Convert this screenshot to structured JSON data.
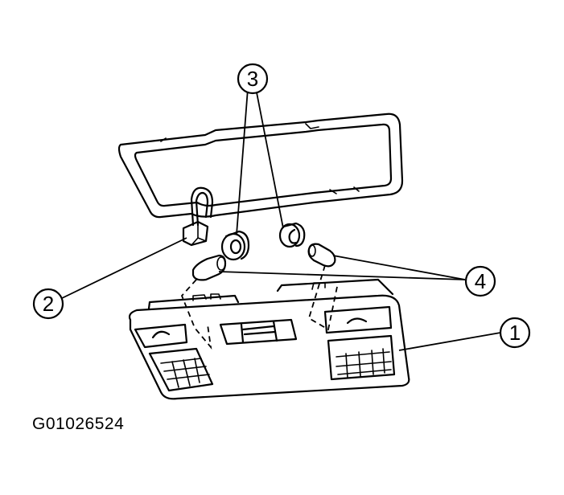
{
  "callouts": [
    {
      "id": "callout-1",
      "label": "1"
    },
    {
      "id": "callout-2",
      "label": "2"
    },
    {
      "id": "callout-3",
      "label": "3"
    },
    {
      "id": "callout-4",
      "label": "4"
    }
  ],
  "figure_id": "G01026524",
  "colors": {
    "ink": "#000000",
    "paper": "#ffffff"
  }
}
